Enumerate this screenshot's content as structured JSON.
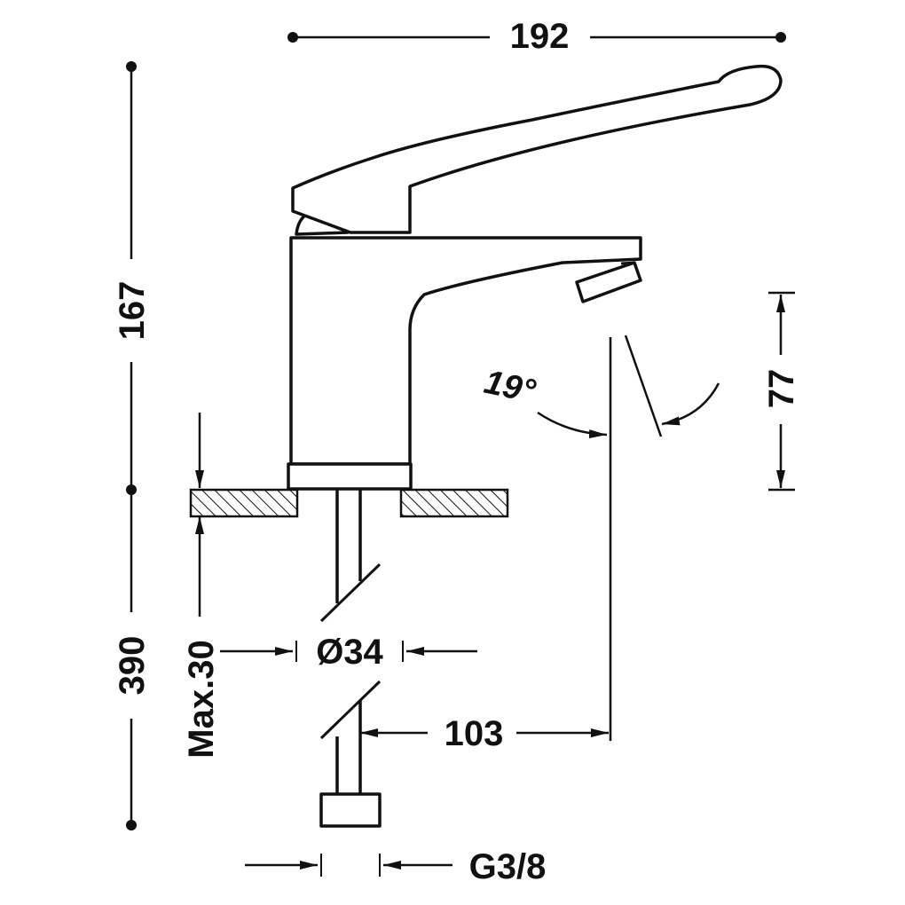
{
  "dimensions": {
    "overall_width": "192",
    "upper_height": "167",
    "lower_height": "390",
    "spout_height": "77",
    "spout_reach": "103",
    "spout_angle": "19°",
    "body_diameter": "Ø34",
    "max_deck_thickness": "Max.30",
    "connection_thread": "G3/8"
  },
  "colors": {
    "line": "#111111",
    "background": "#ffffff"
  }
}
